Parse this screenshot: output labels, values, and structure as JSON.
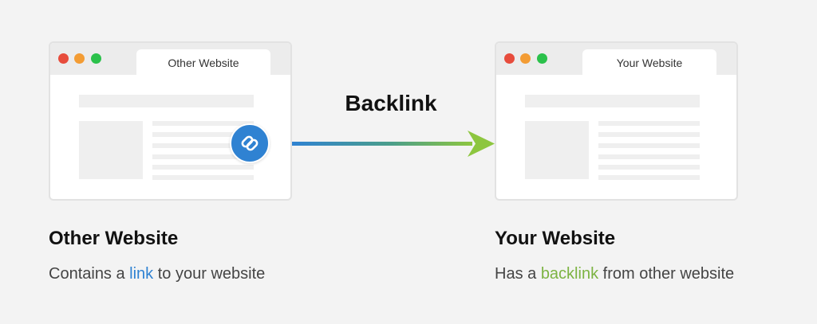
{
  "left_window": {
    "tab_label": "Other Website"
  },
  "right_window": {
    "tab_label": "Your Website"
  },
  "connector": {
    "label": "Backlink",
    "start_color": "#2f82d2",
    "end_color": "#8dc63f"
  },
  "left_caption": {
    "heading": "Other Website",
    "text_before": "Contains a ",
    "highlight": "link",
    "text_after": " to your website",
    "highlight_color": "#2f82d2"
  },
  "right_caption": {
    "heading": "Your Website",
    "text_before": "Has a ",
    "highlight": "backlink",
    "text_after": " from other website",
    "highlight_color": "#7cb342"
  },
  "icons": {
    "badge": "link-chain-icon"
  }
}
